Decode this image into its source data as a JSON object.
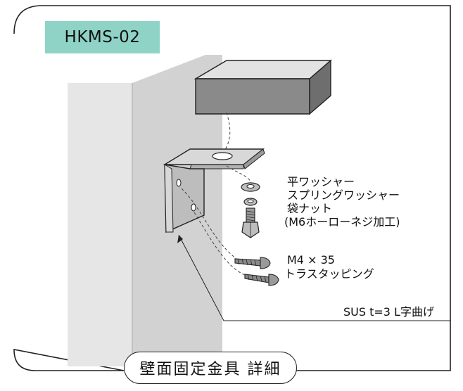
{
  "tag": {
    "code": "HKMS-02"
  },
  "hardware_labels": [
    "平ワッシャー",
    "スプリングワッシャー",
    "袋ナット",
    "(M6ホーローネジ加工)"
  ],
  "screw_labels": [
    "M4 × 35",
    "トラスタッピング"
  ],
  "bracket_label": "SUS t=3 L字曲げ",
  "title": "壁面固定金具 詳細",
  "colors": {
    "tag_bg": "#8fd3c7",
    "wall_light": "#e6e6e6",
    "wall_mid": "#d2d2d2",
    "beam": "#8a8a8a",
    "bracket": "#bdbdbd"
  }
}
